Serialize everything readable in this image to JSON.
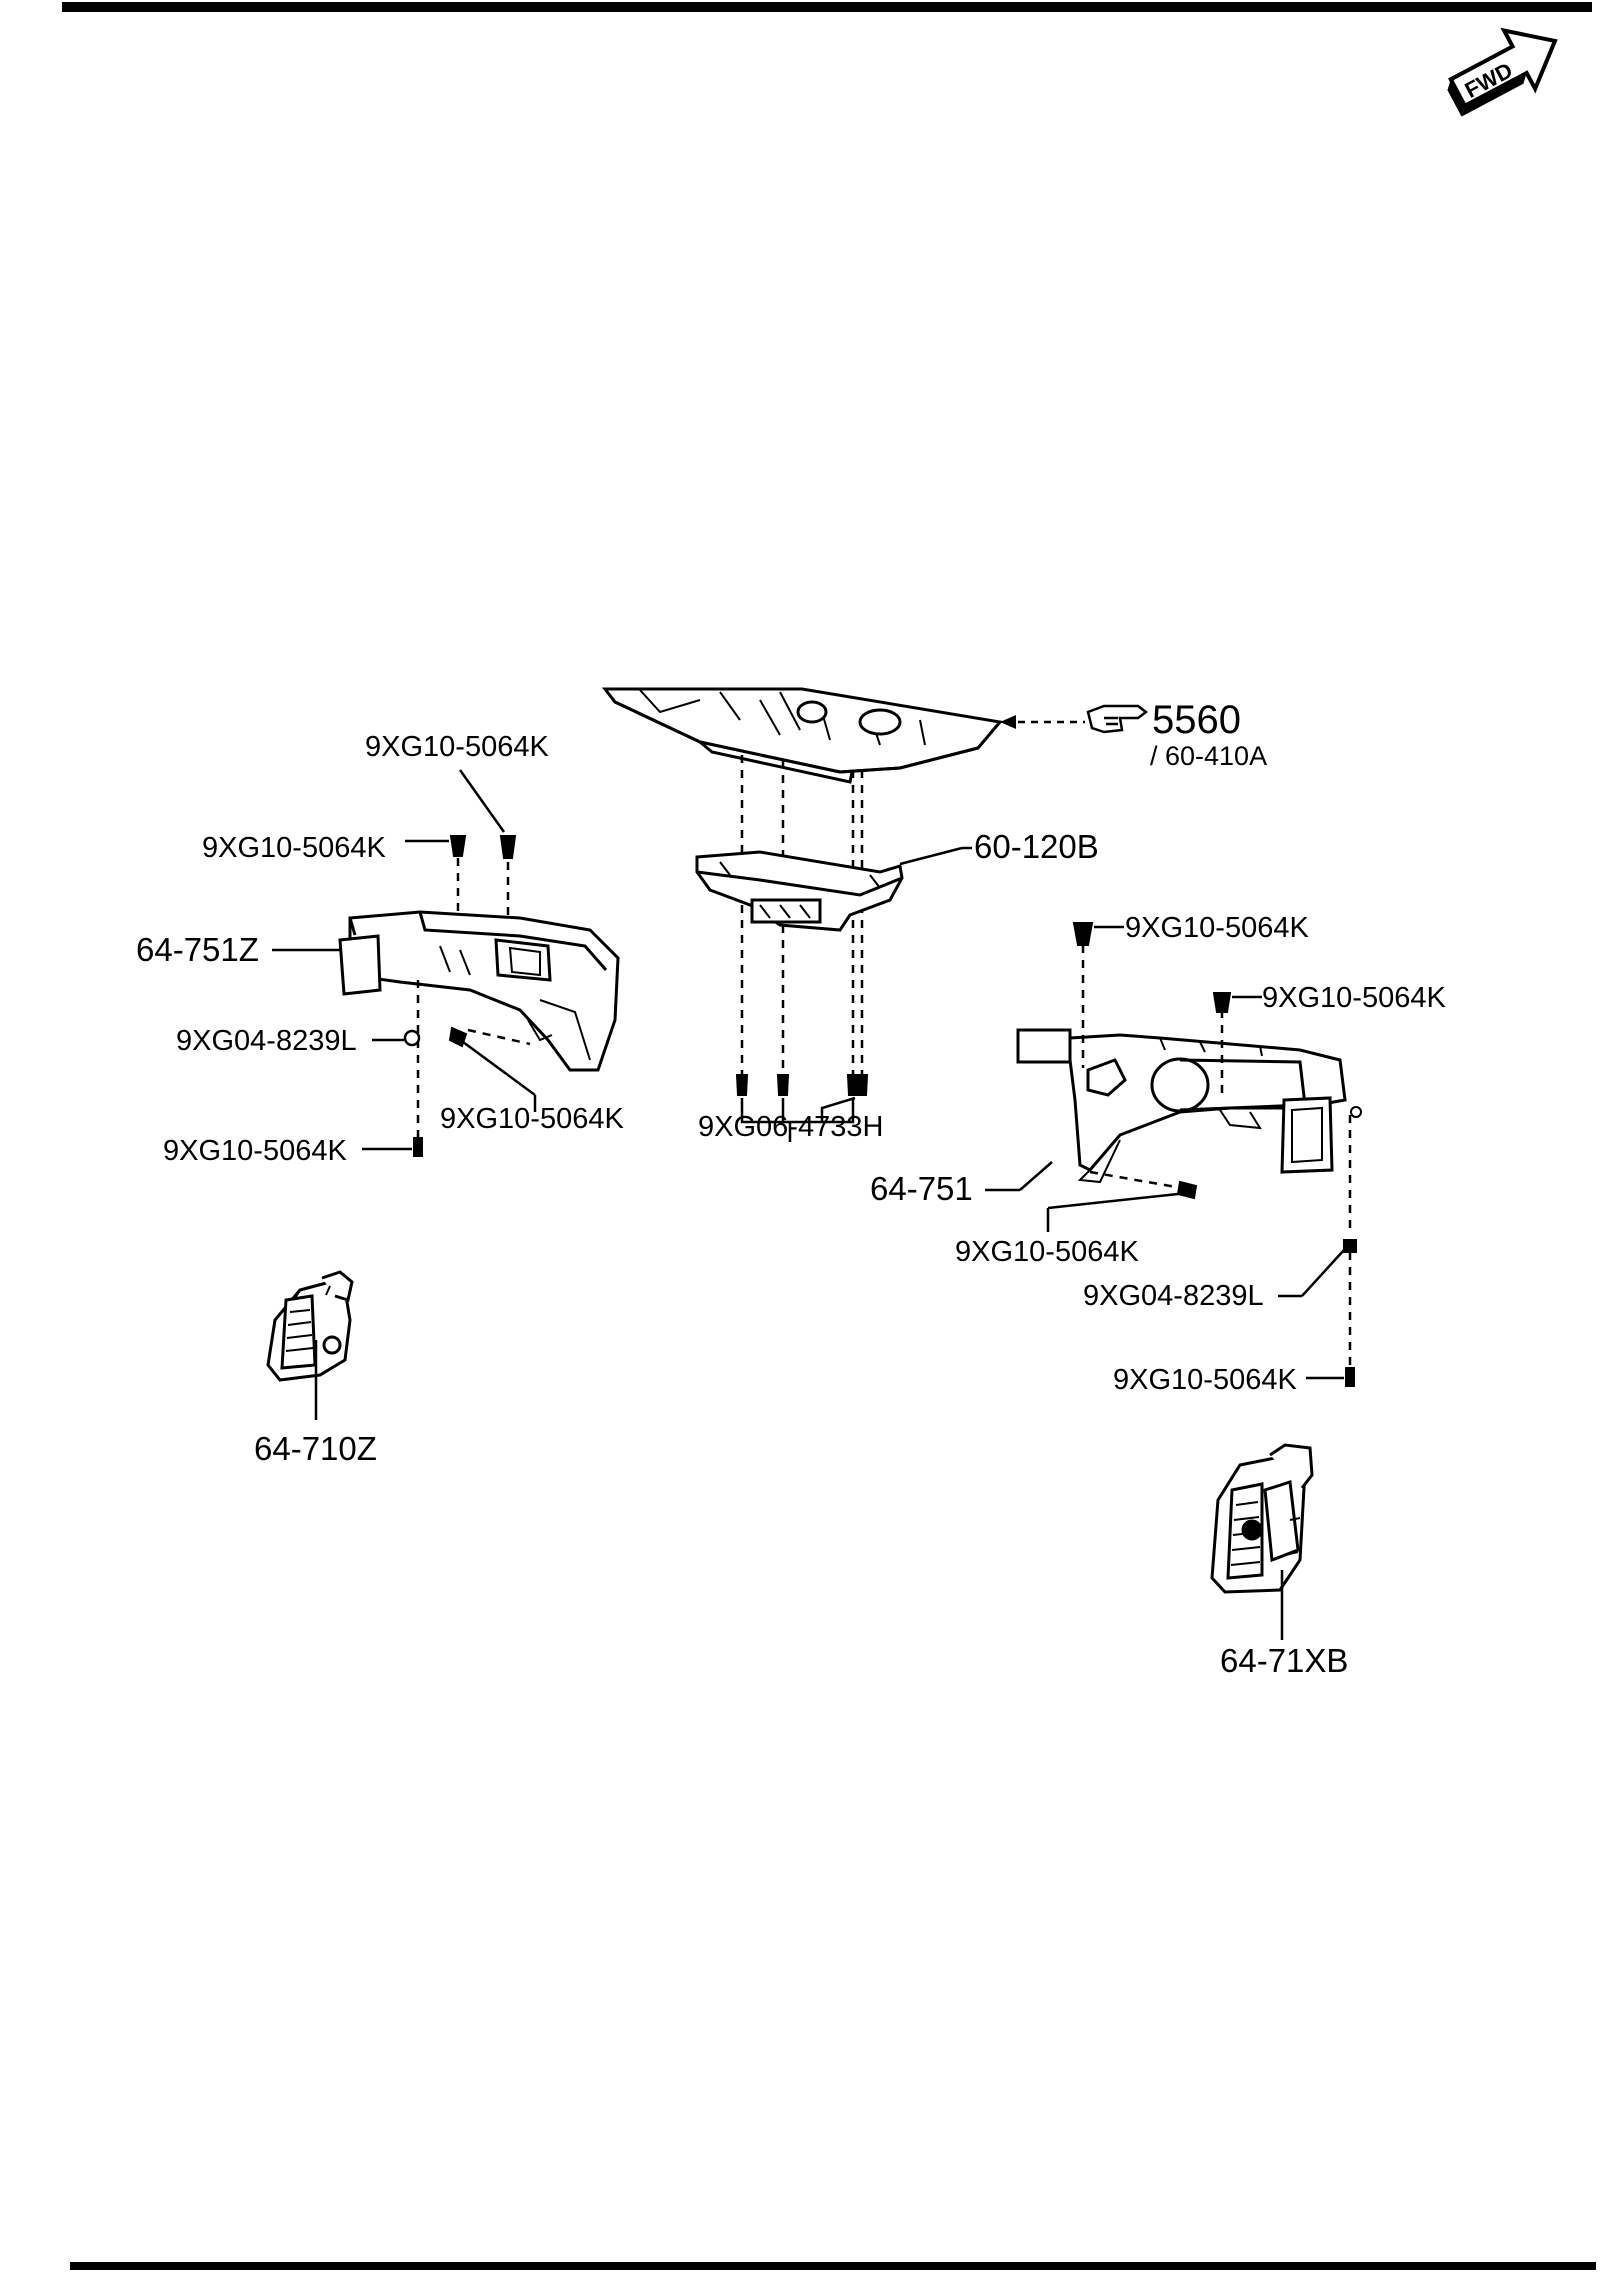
{
  "labels": {
    "ref_main": "5560",
    "ref_sub": "/ 60-410A",
    "top_bolt": "9XG10-5064K",
    "left_bolt_upper": "9XG10-5064K",
    "left_duct": "64-751Z",
    "left_clip": "9XG04-8239L",
    "left_bolt_mid": "9XG10-5064K",
    "left_bolt_lower": "9XG10-5064K",
    "center_panel": "60-120B",
    "center_screws": "9XG06-4733H",
    "right_bolt_a": "9XG10-5064K",
    "right_bolt_b": "9XG10-5064K",
    "right_duct": "64-751",
    "right_bolt_c": "9XG10-5064K",
    "right_clip": "9XG04-8239L",
    "right_bolt_d": "9XG10-5064K",
    "left_vent": "64-710Z",
    "right_vent": "64-71XB",
    "fwd": "FWD"
  }
}
